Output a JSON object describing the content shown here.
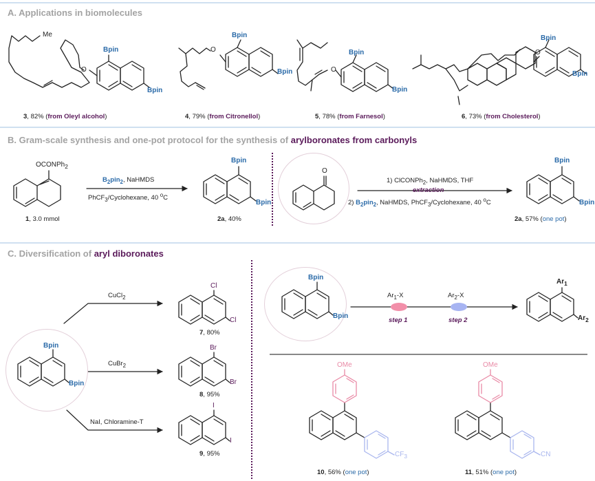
{
  "sectionA": {
    "title": "A.  Applications in biomolecules",
    "items": [
      {
        "num": "3",
        "yield": ", 82% (",
        "source": "from Oleyl alcohol",
        "close": ")",
        "me": "Me"
      },
      {
        "num": "4",
        "yield": ", 79% (",
        "source": "from Citronellol",
        "close": ")"
      },
      {
        "num": "5",
        "yield": ", 78% (",
        "source": "from Farnesol",
        "close": ")"
      },
      {
        "num": "6",
        "yield": ", 73% (",
        "source": "from Cholesterol",
        "close": ")"
      }
    ]
  },
  "sectionB": {
    "title_prefix": "B.  Gram-scale synthesis and one-pot protocol for the synthesis of ",
    "title_highlight": "arylboronates from carbonyls",
    "sm_group": "OCONPh",
    "sm_group_sub": "2",
    "sm_label_num": "1",
    "sm_label_rest": ", 3.0 mmol",
    "cond1_a": "B",
    "cond1_a_sub": "2",
    "cond1_b": "pin",
    "cond1_c_sub": "2",
    "cond1_rest": ", NaHMDS",
    "cond1_below_a": "PhCF",
    "cond1_below_sub": "3",
    "cond1_below_b": "/Cyclohexane, 40 ",
    "cond1_below_deg": "o",
    "cond1_below_c": "C",
    "p1_num": "2a",
    "p1_rest": ", 40%",
    "ketone_o": "O",
    "step1_a": "1) ClCONPh",
    "step1_sub": "2",
    "step1_b": ", NaHMDS, THF",
    "extraction": "extraction",
    "step2_num": "2) ",
    "step2_b": "B",
    "step2_b_sub": "2",
    "step2_pin": "pin",
    "step2_pin_sub": "2",
    "step2_rest": ", NaHMDS, PhCF",
    "step2_sub3": "3",
    "step2_end": "/Cyclohexane, 40 ",
    "step2_deg": "o",
    "step2_c": "C",
    "p2_num": "2a",
    "p2_rest": ", 57% (",
    "p2_onepot": "one pot",
    "p2_close": ")"
  },
  "sectionC": {
    "title_prefix": "C.  Diversification of ",
    "title_highlight": "aryl diboronates",
    "bpin": "Bpin",
    "r1": "CuCl",
    "r1_sub": "2",
    "r2": "CuBr",
    "r2_sub": "2",
    "r3": "NaI, Chloramine-T",
    "p7_num": "7",
    "p7_rest": ", 80%",
    "cl": "Cl",
    "p8_num": "8",
    "p8_rest": ", 95%",
    "br": "Br",
    "p9_num": "9",
    "p9_rest": ", 95%",
    "iodo": "I",
    "ar1x": "Ar",
    "ar1x_sub": "1",
    "ar1x_x": "-X",
    "ar2x": "Ar",
    "ar2x_sub": "2",
    "ar2x_x": "-X",
    "step1": "step 1",
    "step2": "step 2",
    "pAr1": "Ar",
    "pAr1_sub": "1",
    "pAr2": "Ar",
    "pAr2_sub": "2",
    "ome": "OMe",
    "cf3": "CF",
    "cf3_sub": "3",
    "cn": "CN",
    "p10_num": "10",
    "p10_rest": ", 56% (",
    "p10_onepot": "one pot",
    "p10_close": ")",
    "p11_num": "11",
    "p11_rest": ", 51% (",
    "p11_onepot": "one pot",
    "p11_close": ")"
  },
  "colors": {
    "boron_blue": "#2a6aa8",
    "purple": "#5a1a5a",
    "pink": "#e98aa6",
    "lavender": "#a9b6ee",
    "rule": "#cfe0f0",
    "title_gray": "#a3a3a3"
  }
}
